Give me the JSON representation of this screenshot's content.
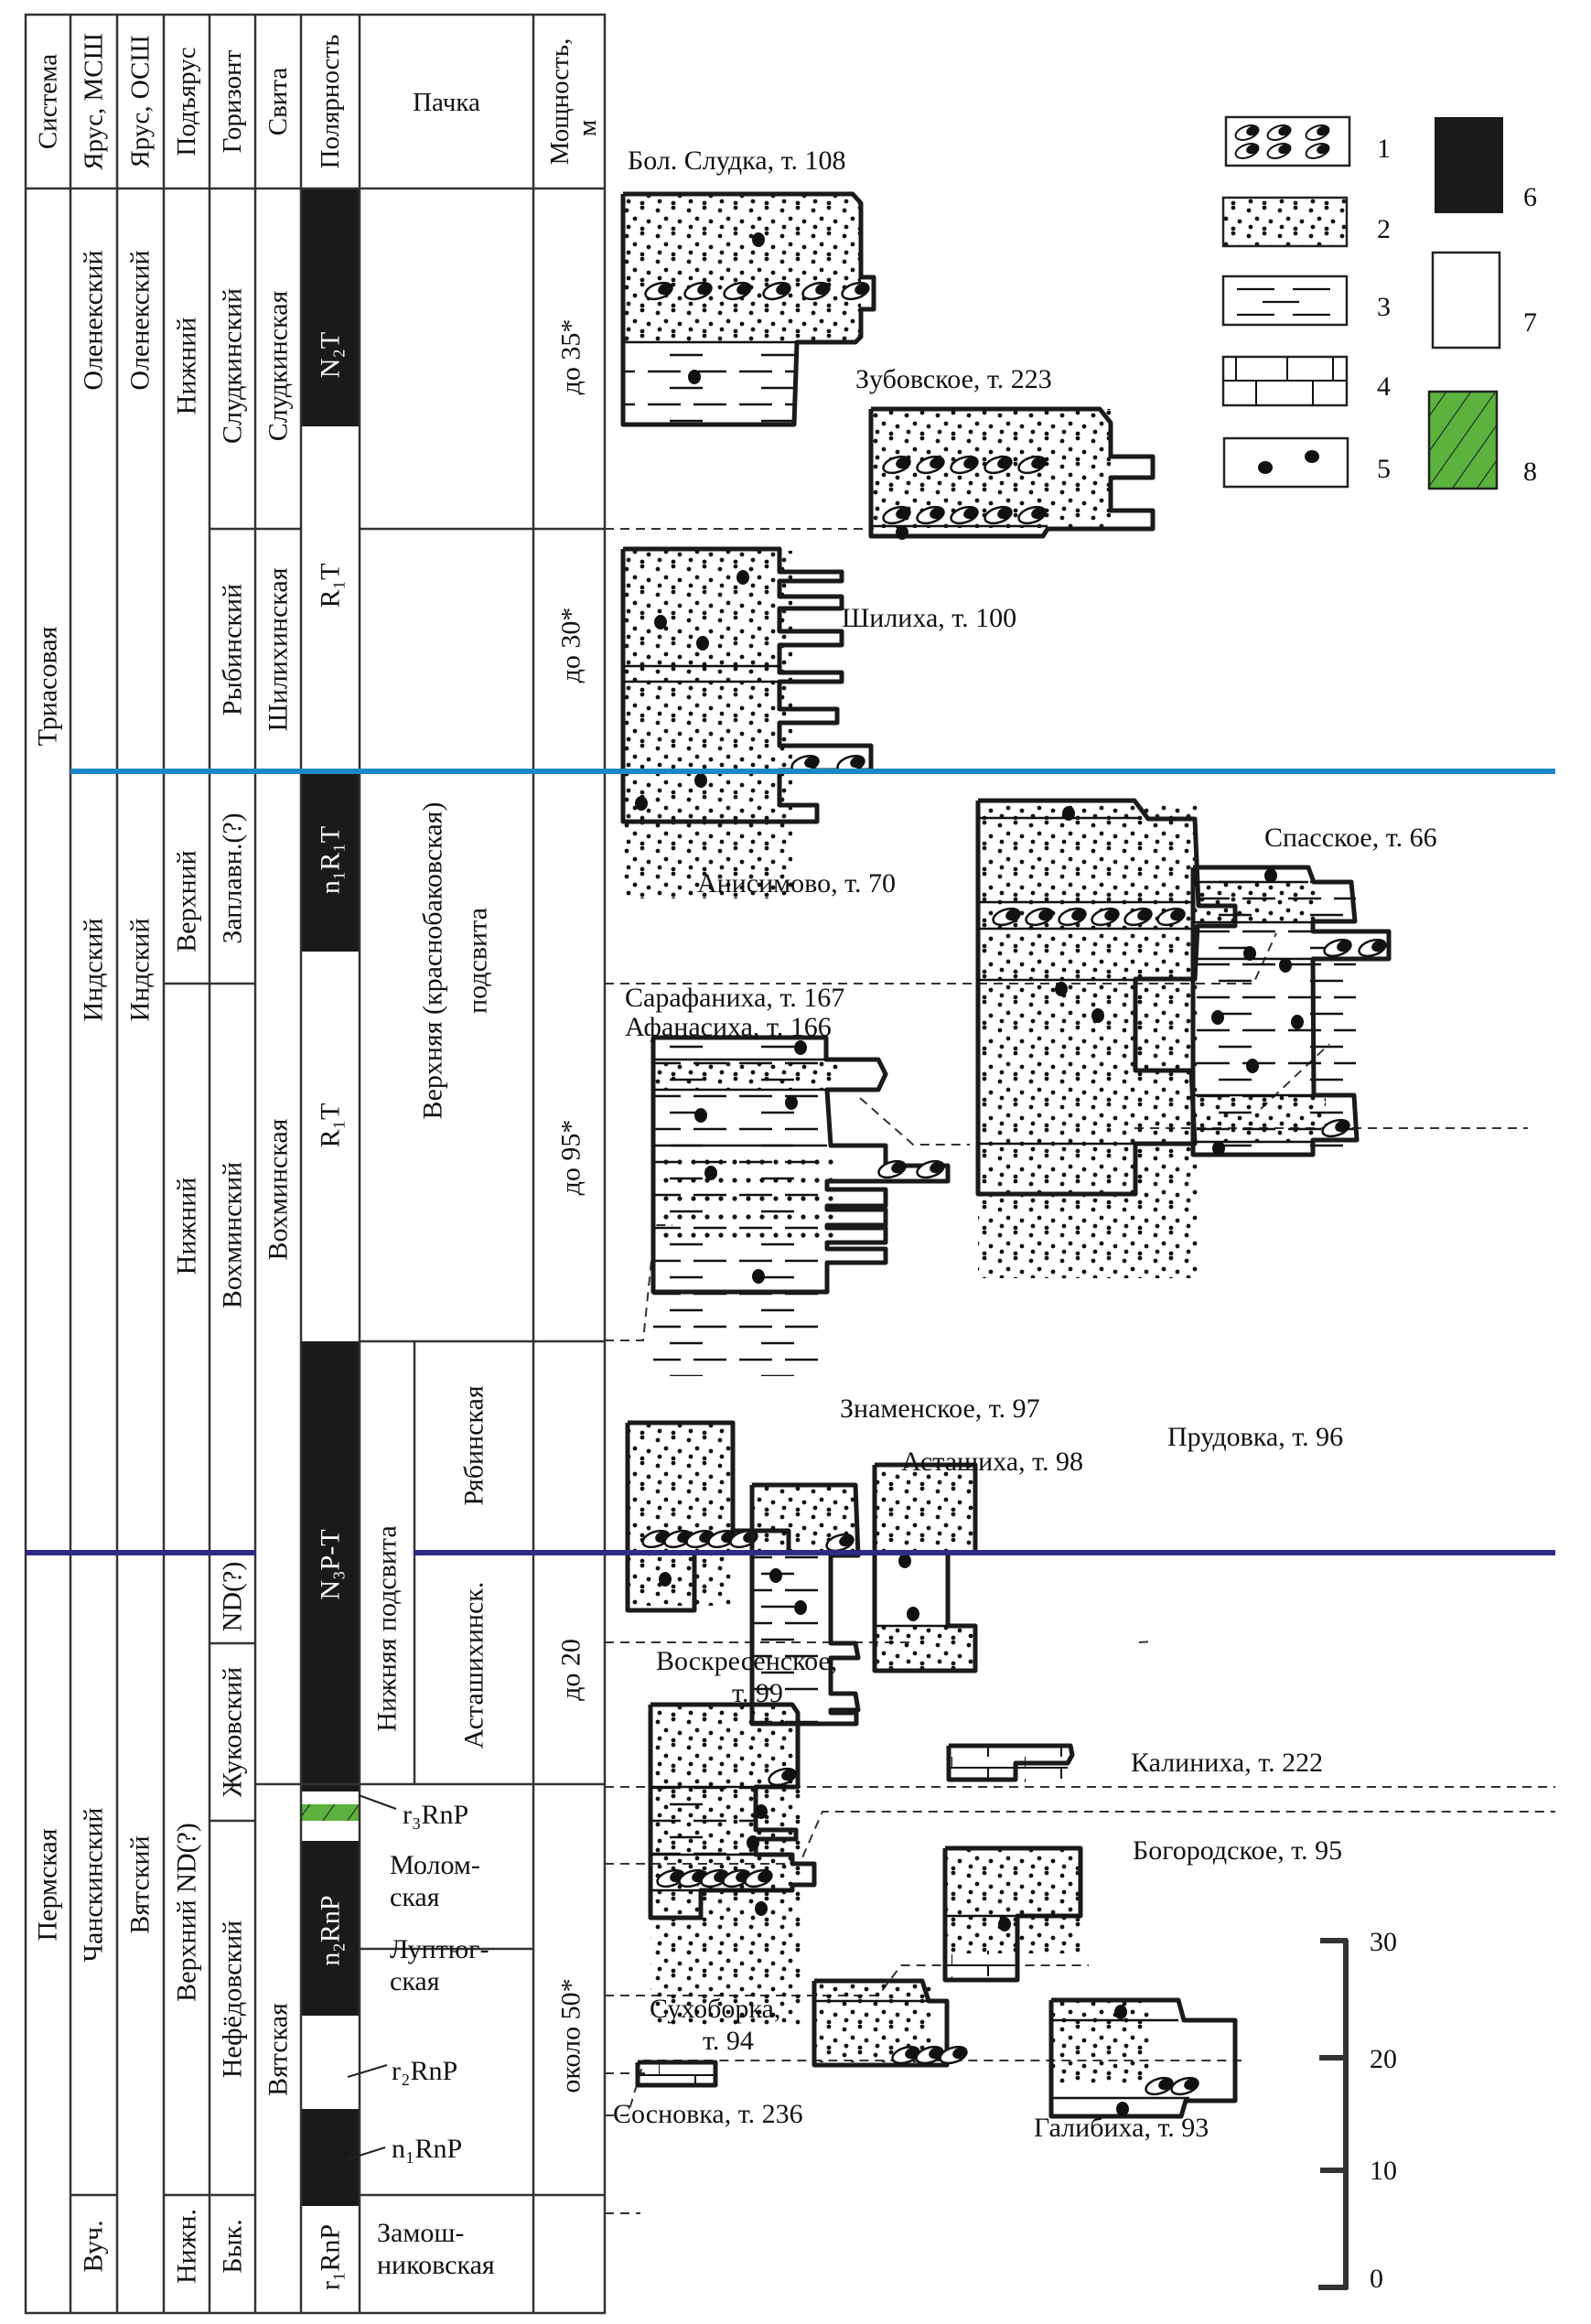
{
  "header": {
    "columns": [
      "Система",
      "Ярус, МСШ",
      "Ярус, ОСШ",
      "Подъярус",
      "Горизонт",
      "Свита",
      "Полярность",
      "Пачка",
      "Мощность,",
      "м"
    ]
  },
  "stratigraphy": {
    "system": [
      {
        "label": "Триасовая"
      },
      {
        "label": "Пермская"
      }
    ],
    "stage_msh": [
      {
        "label": "Оленекский"
      },
      {
        "label": "Индский"
      },
      {
        "label": "Чанскинский"
      },
      {
        "label": "Вуч."
      }
    ],
    "stage_osh": [
      {
        "label": "Оленекский"
      },
      {
        "label": "Индский"
      },
      {
        "label": "Вятский"
      }
    ],
    "substage": [
      {
        "label": "Нижний"
      },
      {
        "label": "Верхний"
      },
      {
        "label": "Нижний"
      },
      {
        "label": "Верхний ND(?)"
      },
      {
        "label": "Нижн."
      }
    ],
    "horizon": [
      {
        "label": "Слудкинский"
      },
      {
        "label": "Рыбинский"
      },
      {
        "label": "Заплавн.(?)"
      },
      {
        "label": "Вохминский"
      },
      {
        "label": "ND(?)"
      },
      {
        "label": "Жуковский"
      },
      {
        "label": "Нефёдовский"
      },
      {
        "label": "Бык."
      }
    ],
    "svita": [
      {
        "label": "Слудкинская"
      },
      {
        "label": "Шилихинская"
      },
      {
        "label": "Вохминская"
      },
      {
        "label": "Вятская"
      }
    ],
    "polarity": [
      {
        "label": "N₂T",
        "type": "normal"
      },
      {
        "label": "R₁T",
        "type": "reversed"
      },
      {
        "label": "n₁R₁T",
        "type": "normal"
      },
      {
        "label": "R₁T",
        "type": "reversed"
      },
      {
        "label": "N₃P-T",
        "type": "normal"
      },
      {
        "label": "",
        "type": "reversed"
      },
      {
        "label": "",
        "type": "anomalous"
      },
      {
        "label": "",
        "type": "reversed"
      },
      {
        "label": "n₂RnP",
        "type": "normal"
      },
      {
        "label": "",
        "type": "reversed"
      },
      {
        "label": "",
        "type": "normal"
      },
      {
        "label": "r₁RnP",
        "type": "reversed"
      }
    ],
    "polarity_callouts": [
      {
        "label": "r₃RnP"
      },
      {
        "label": "r₂RnP"
      },
      {
        "label": "n₁RnP"
      }
    ],
    "pachka": [
      {
        "label": "Верхняя (краснобаковская)"
      },
      {
        "label": "подсвита"
      },
      {
        "label": "Нижняя подсвита"
      },
      {
        "label": "Рябинская"
      },
      {
        "label": "Асташихинск."
      },
      {
        "label": "Молом-"
      },
      {
        "label": "ская"
      },
      {
        "label": "Луптюг-"
      },
      {
        "label": "ская"
      },
      {
        "label": "Замош-"
      },
      {
        "label": "никовская"
      }
    ],
    "thickness": [
      {
        "label": "до 35*"
      },
      {
        "label": "до 30*"
      },
      {
        "label": "до 95*"
      },
      {
        "label": "до 20"
      },
      {
        "label": "около 50*"
      }
    ]
  },
  "boundaries": {
    "triassic_olenekian_base_color": "#1a87c8",
    "permian_triassic_color": "#2e2a85"
  },
  "sections": [
    {
      "name": "Бол. Слудка, т. 108"
    },
    {
      "name": "Зубовское, т. 223"
    },
    {
      "name": "Шилиха, т. 100"
    },
    {
      "name": "Анисимово, т. 70"
    },
    {
      "name": "Спасское, т. 66"
    },
    {
      "name": "Сарафаниха, т. 167"
    },
    {
      "name": "Афанасиха, т. 166"
    },
    {
      "name": "Знаменское, т. 97"
    },
    {
      "name": "Асташиха, т. 98"
    },
    {
      "name": "Прудовка, т. 96"
    },
    {
      "name": "Воскресенское,"
    },
    {
      "name": "т. 99"
    },
    {
      "name": "Калиниха, т. 222"
    },
    {
      "name": "Богородское, т. 95"
    },
    {
      "name": "Сухоборка,"
    },
    {
      "name": "т. 94"
    },
    {
      "name": "Сосновка, т. 236"
    },
    {
      "name": "Галибиха, т. 93"
    }
  ],
  "legend": {
    "items": [
      {
        "num": "1",
        "pattern": "conglomerate-lenses"
      },
      {
        "num": "2",
        "pattern": "sandstone-dots"
      },
      {
        "num": "3",
        "pattern": "clay-dashes"
      },
      {
        "num": "4",
        "pattern": "limestone-bricks"
      },
      {
        "num": "5",
        "pattern": "nodules"
      },
      {
        "num": "6",
        "pattern": "normal-polarity-black"
      },
      {
        "num": "7",
        "pattern": "reversed-polarity-white"
      },
      {
        "num": "8",
        "pattern": "anomalous-green-hatch"
      }
    ],
    "green_color": "#5bb33e"
  },
  "scale_bar": {
    "ticks": [
      "30",
      "20",
      "10",
      "0"
    ],
    "unit": "м"
  }
}
